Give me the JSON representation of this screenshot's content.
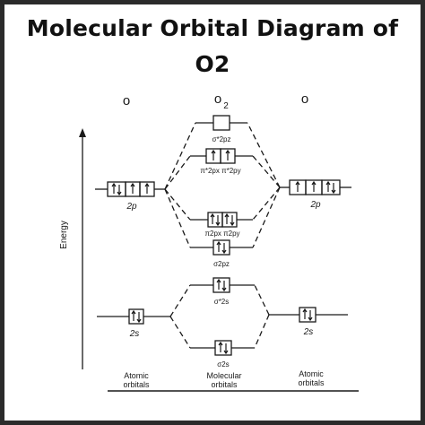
{
  "title": {
    "line1": "Molecular Orbital Diagram of",
    "line2": "O2"
  },
  "diagram": {
    "header_left": "o",
    "header_center": "o",
    "header_center_sub": "2",
    "header_right": "o",
    "axis_label": "Energy",
    "left_2p": "2p",
    "right_2p": "2p",
    "left_2s": "2s",
    "right_2s": "2s",
    "sigma_star_2pz": "σ*2pz",
    "pi_star": "π*2px π*2py",
    "pi_bonding": "π2px π2py",
    "sigma_2pz": "σ2pz",
    "sigma_star_2s": "σ*2s",
    "sigma_2s": "σ2s",
    "footer_left": [
      "Atomic",
      "orbitals"
    ],
    "footer_center": [
      "Molecular",
      "orbitals"
    ],
    "footer_right": [
      "Atomic",
      "orbitals"
    ]
  }
}
